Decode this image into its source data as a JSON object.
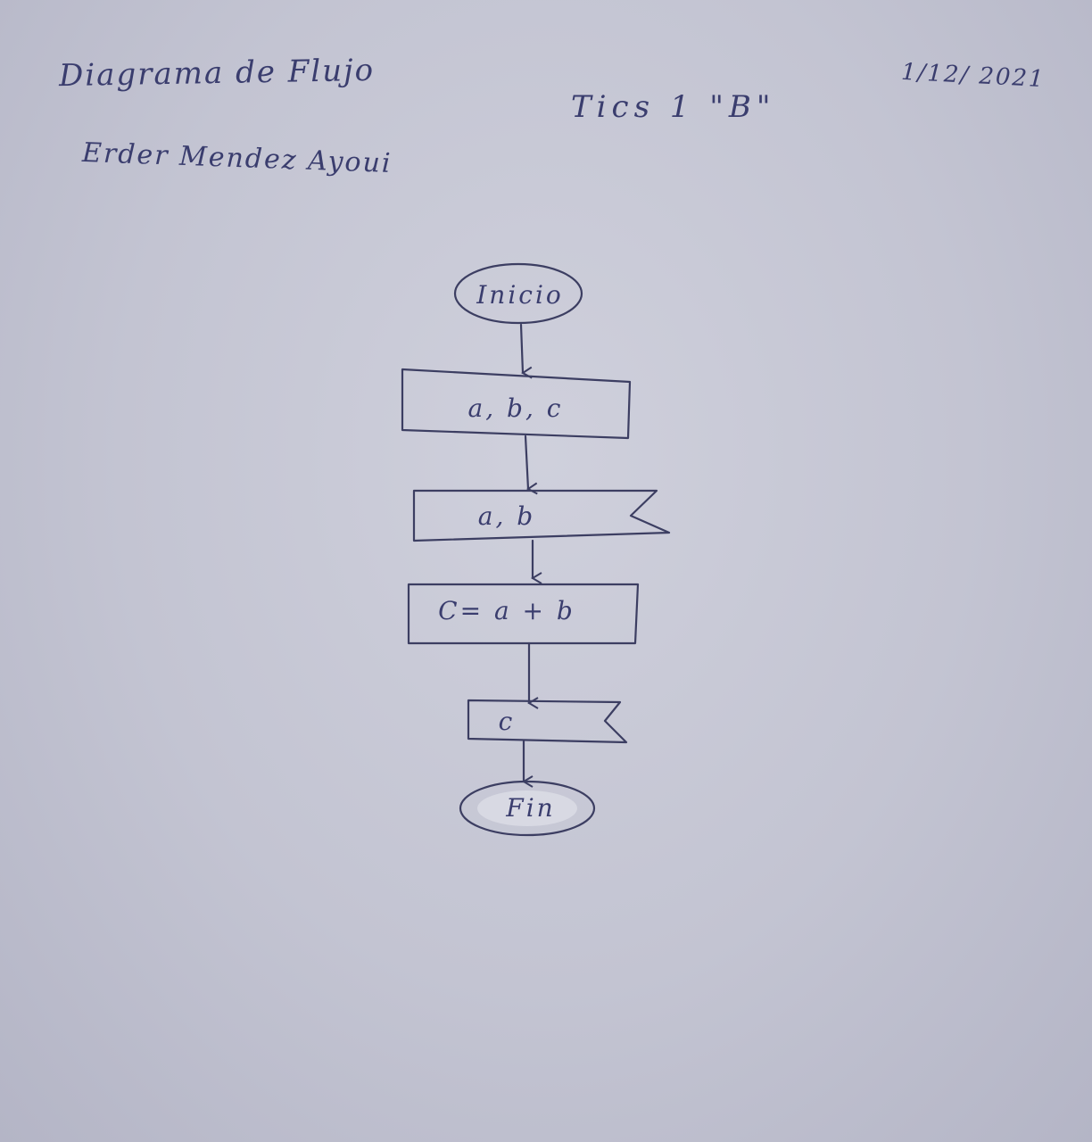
{
  "header": {
    "title": "Diagrama de Flujo",
    "author": "Erder Mendez Ayoui",
    "course": "Tics 1 \"B\"",
    "date": "1/12/ 2021"
  },
  "flowchart": {
    "nodes": [
      {
        "id": "start",
        "shape": "terminator",
        "text": "Inicio"
      },
      {
        "id": "declare",
        "shape": "process",
        "text": "a, b, c"
      },
      {
        "id": "input",
        "shape": "input-banner",
        "text": "a, b"
      },
      {
        "id": "compute",
        "shape": "process",
        "text": "C= a + b"
      },
      {
        "id": "output",
        "shape": "output-banner",
        "text": "c"
      },
      {
        "id": "end",
        "shape": "terminator",
        "text": "Fin"
      }
    ],
    "edges": [
      {
        "from": "start",
        "to": "declare"
      },
      {
        "from": "declare",
        "to": "input"
      },
      {
        "from": "input",
        "to": "compute"
      },
      {
        "from": "compute",
        "to": "output"
      },
      {
        "from": "output",
        "to": "end"
      }
    ]
  },
  "colors": {
    "paper": "#c6c7d5",
    "ink": "#3c3e62"
  }
}
